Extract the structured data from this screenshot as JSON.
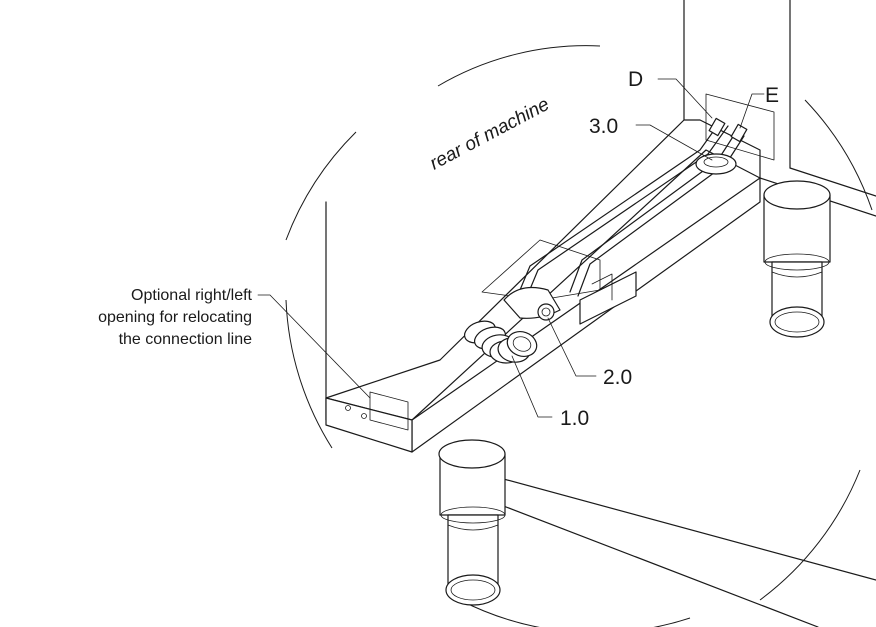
{
  "labels": {
    "d": "D",
    "e": "E",
    "l30": "3.0",
    "l20": "2.0",
    "l10": "1.0"
  },
  "rear_text": "rear of machine",
  "note_lines": [
    "Optional right/left",
    "opening for relocating",
    "the connection line"
  ]
}
